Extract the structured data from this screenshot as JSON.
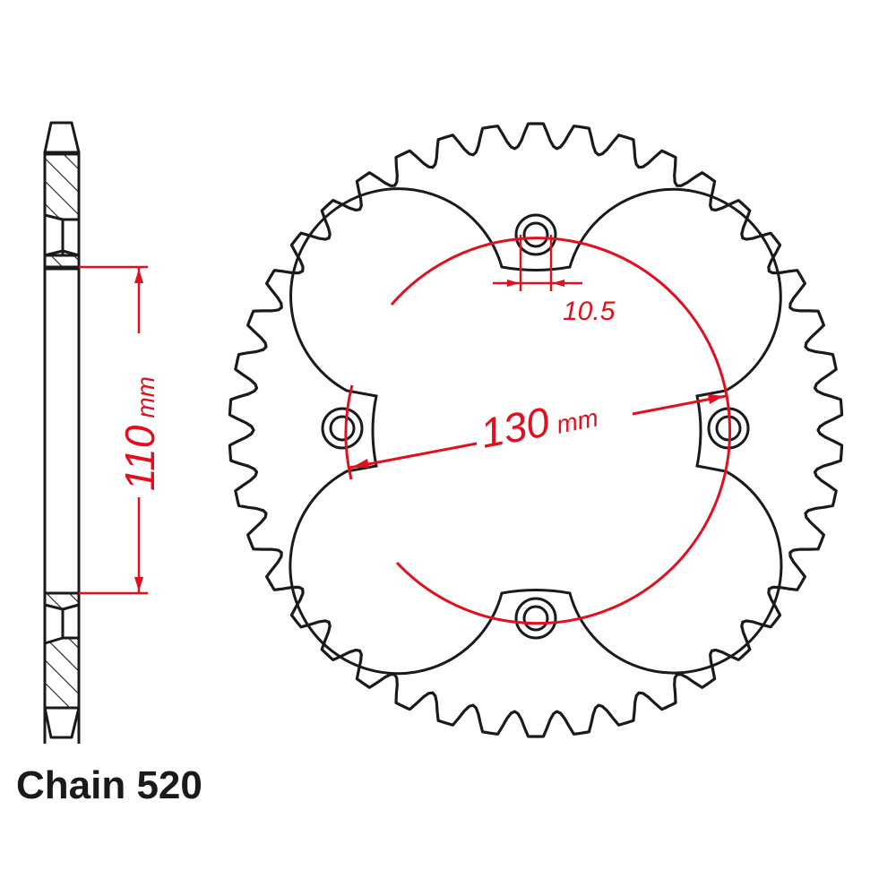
{
  "caption": "Chain 520",
  "dimensions": {
    "bore": {
      "value": "110",
      "unit": "mm"
    },
    "bolt_circle": {
      "value": "130",
      "unit": "mm"
    },
    "bolt_hole": {
      "value": "10.5"
    }
  },
  "sprocket": {
    "teeth": 42,
    "bolt_holes": 4
  },
  "colors": {
    "line": "#1a1a1a",
    "dimension": "#e0101e"
  }
}
